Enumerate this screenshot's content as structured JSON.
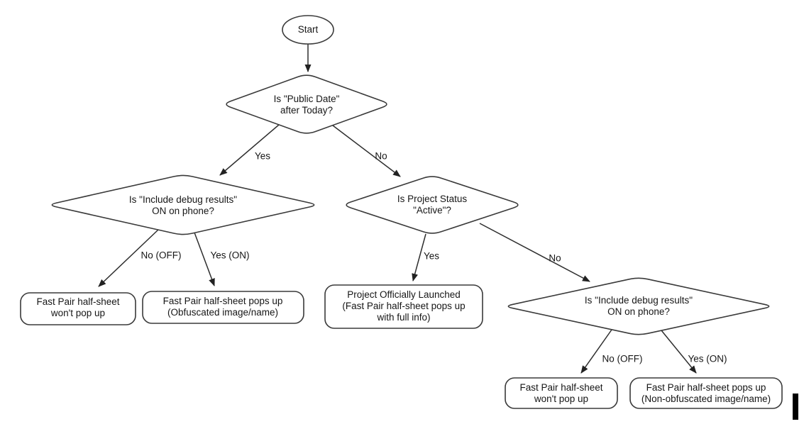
{
  "nodes": {
    "start": {
      "label": "Start"
    },
    "public_date": {
      "label": "Is \"Public Date\"\nafter Today?"
    },
    "debug_left": {
      "label": "Is \"Include debug results\"\nON on phone?"
    },
    "project_status": {
      "label": "Is Project Status\n\"Active\"?"
    },
    "debug_right": {
      "label": "Is \"Include debug results\"\nON on phone?"
    },
    "no_popup_left": {
      "label": "Fast Pair half-sheet\nwon't pop up"
    },
    "obfuscated": {
      "label": "Fast Pair half-sheet pops up\n(Obfuscated image/name)"
    },
    "launched": {
      "label": "Project Officially Launched\n(Fast Pair half-sheet pops up\nwith full info)"
    },
    "no_popup_right": {
      "label": "Fast Pair half-sheet\nwon't pop up"
    },
    "non_obfuscated": {
      "label": "Fast Pair half-sheet pops up\n(Non-obfuscated image/name)"
    }
  },
  "edges": {
    "public_date_yes": {
      "label": "Yes"
    },
    "public_date_no": {
      "label": "No"
    },
    "debug_left_no": {
      "label": "No (OFF)"
    },
    "debug_left_yes": {
      "label": "Yes (ON)"
    },
    "project_status_yes": {
      "label": "Yes"
    },
    "project_status_no": {
      "label": "No"
    },
    "debug_right_no": {
      "label": "No (OFF)"
    },
    "debug_right_yes": {
      "label": "Yes (ON)"
    }
  },
  "colors": {
    "shape_stroke": "#3a3a3a",
    "edge_stroke": "#2e2e2e",
    "arrowhead_fill": "#222222",
    "node_fill": "#ffffff",
    "text": "#161616",
    "cursor": "#000000"
  }
}
